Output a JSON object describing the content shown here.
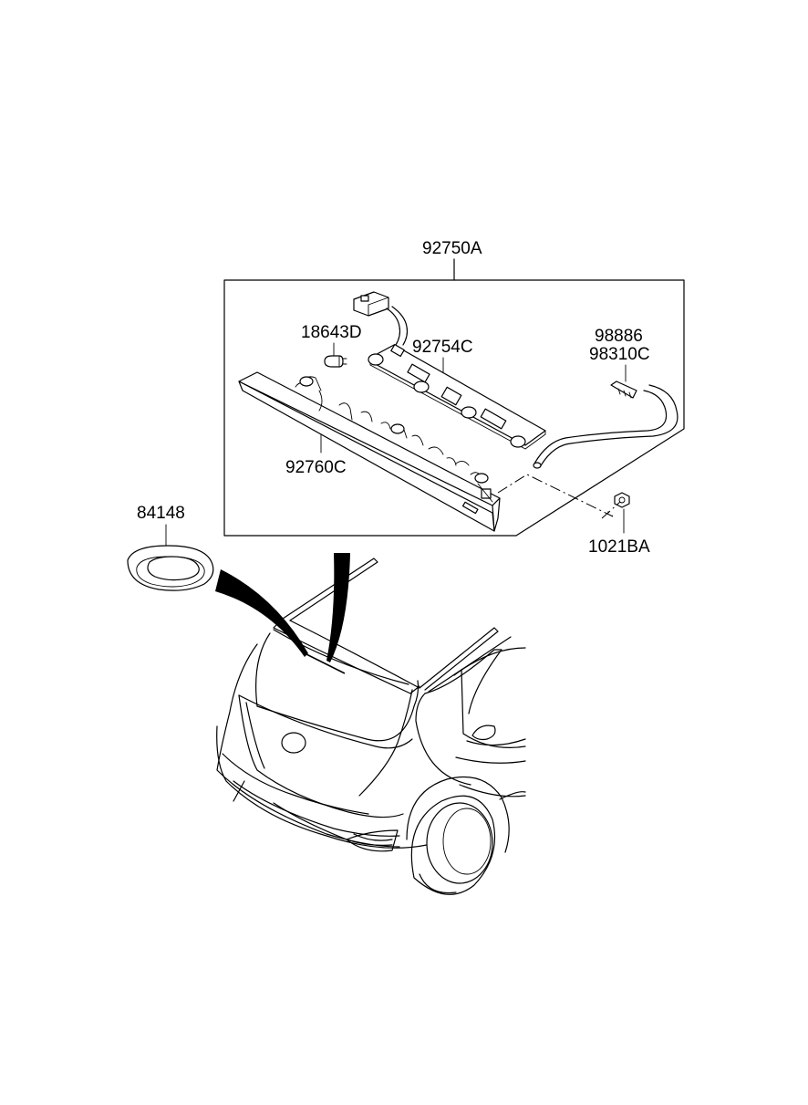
{
  "diagram": {
    "labels": {
      "assembly": "92750A",
      "bulb": "18643D",
      "socket_board": "92754C",
      "hose_a": "98886",
      "hose_b": "98310C",
      "lamp_housing": "92760C",
      "nut": "1021BA",
      "grommet": "84148"
    }
  }
}
